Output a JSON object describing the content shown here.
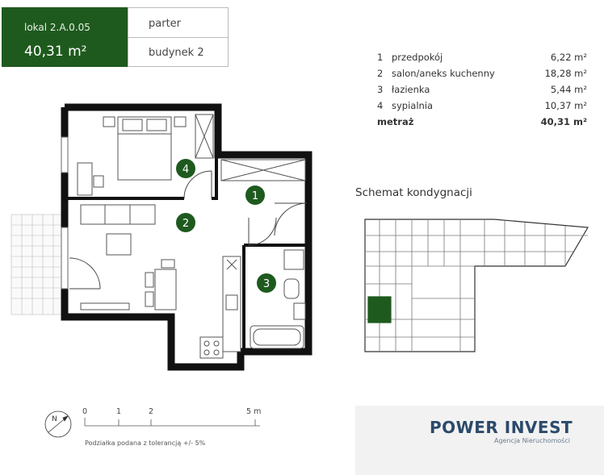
{
  "unit": {
    "id": "lokal  2.A.0.05",
    "area": "40,31 m²",
    "floor": "parter",
    "building": "budynek 2"
  },
  "rooms": [
    {
      "num": "1",
      "name": "przedpokój",
      "area": "6,22 m²"
    },
    {
      "num": "2",
      "name": "salon/aneks kuchenny",
      "area": "18,28 m²"
    },
    {
      "num": "3",
      "name": "łazienka",
      "area": "5,44 m²"
    },
    {
      "num": "4",
      "name": "sypialnia",
      "area": "10,37 m²"
    }
  ],
  "total": {
    "label": "metraż",
    "area": "40,31 m²"
  },
  "schema_title": "Schemat kondygnacji",
  "scale": {
    "ticks": [
      "0",
      "1",
      "2",
      "5 m"
    ],
    "note": "Podziałka podana z tolerancją +/- 5%"
  },
  "plan_markers": [
    "1",
    "2",
    "3",
    "4"
  ],
  "logo": {
    "main": "POWER INVEST",
    "sub": "Agencja Nieruchomości"
  },
  "colors": {
    "accent": "#1e5a1e",
    "brand": "#2c4a6a"
  }
}
